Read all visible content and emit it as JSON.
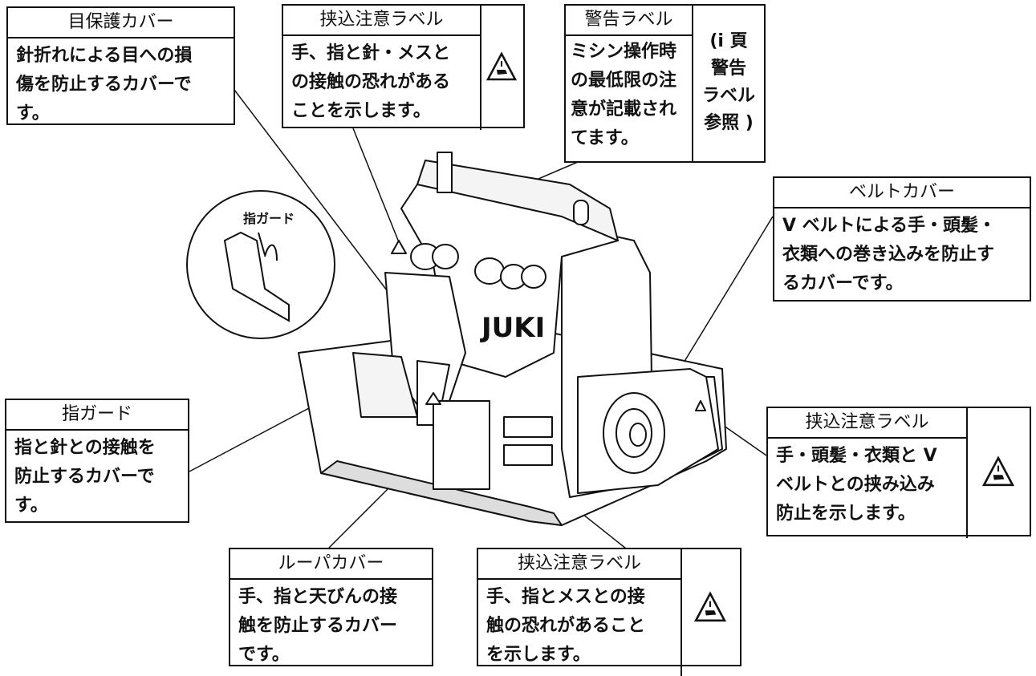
{
  "labels": {
    "eye_cover": {
      "title": "目保護カバー",
      "lines": [
        "針折れによる目への損",
        "傷を防止するカバーで",
        "す。"
      ]
    },
    "pinch_top": {
      "title": "挟込注意ラベル",
      "lines": [
        "手、指と針・メスと",
        "の接触の恐れがある",
        "ことを示します。"
      ]
    },
    "warning": {
      "title": "警告ラベル",
      "lines": [
        "ミシン操作時",
        "の最低限の注",
        "意が記載され",
        "てます。"
      ],
      "note_lines": [
        "(i 頁",
        "警告",
        "ラベル",
        "参照 )"
      ]
    },
    "belt_cover": {
      "title": "ベルトカバー",
      "lines": [
        "V ベルトによる手・頭髪・",
        "衣類への巻き込みを防止す",
        "るカバーです。"
      ]
    },
    "finger_guard": {
      "title": "指ガード",
      "lines": [
        "指と針との接触を",
        "防止するカバーで",
        "す。"
      ]
    },
    "pinch_right": {
      "title": "挟込注意ラベル",
      "lines": [
        "手・頭髪・衣類と V",
        "ベルトとの挟み込み",
        "防止を示します。"
      ]
    },
    "looper_cover": {
      "title": "ルーパカバー",
      "lines": [
        "手、指と天びんの接",
        "触を防止するカバー",
        "です。"
      ]
    },
    "pinch_bottom": {
      "title": "挟込注意ラベル",
      "lines": [
        "手、指とメスとの接",
        "触の恐れがあること",
        "を示します。"
      ]
    }
  },
  "inset_label": "指ガード",
  "brand_text": "JUKI",
  "colors": {
    "ink": "#111111",
    "machine_fill": "#ffffff"
  }
}
